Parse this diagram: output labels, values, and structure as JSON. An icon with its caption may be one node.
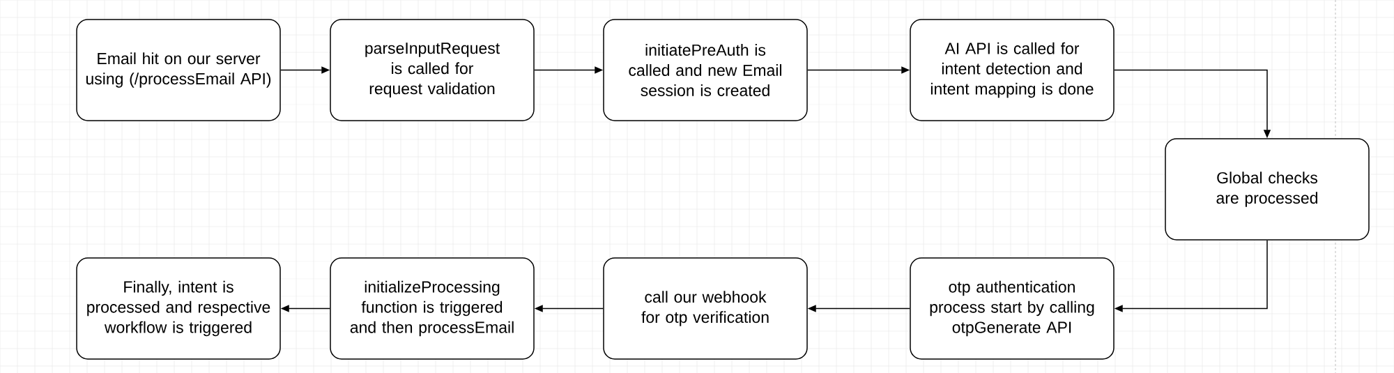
{
  "diagram": {
    "nodes": [
      {
        "text": [
          "Email hit on our server using (/processEmail API)"
        ]
      },
      {
        "text": [
          "parseInputRequest is called for request validation"
        ]
      },
      {
        "text": [
          "initiatePreAuth is called and new Email session is created"
        ]
      },
      {
        "text": [
          "AI API is called for intent detection and intent mapping is done"
        ]
      },
      {
        "text": [
          "Global checks are processed"
        ]
      },
      {
        "text": [
          "otp authentication process start by calling otpGenerate API"
        ]
      },
      {
        "text": [
          "call our webhook for otp verification"
        ]
      },
      {
        "text": [
          "initializeProcessing function is triggered and then processEmail"
        ]
      },
      {
        "text": [
          "Finally, intent is processed and respective workflow is triggered"
        ]
      }
    ],
    "edges": [
      {
        "from": 0,
        "to": 1,
        "arrow": "to"
      },
      {
        "from": 1,
        "to": 2,
        "arrow": "to"
      },
      {
        "from": 2,
        "to": 3,
        "arrow": "to"
      },
      {
        "from": 3,
        "to": 4,
        "arrow": "to"
      },
      {
        "from": 4,
        "to": 5,
        "arrow": "to"
      },
      {
        "from": 5,
        "to": 6,
        "arrow": "to"
      },
      {
        "from": 6,
        "to": 7,
        "arrow": "to"
      },
      {
        "from": 7,
        "to": 8,
        "arrow": "to"
      }
    ]
  }
}
